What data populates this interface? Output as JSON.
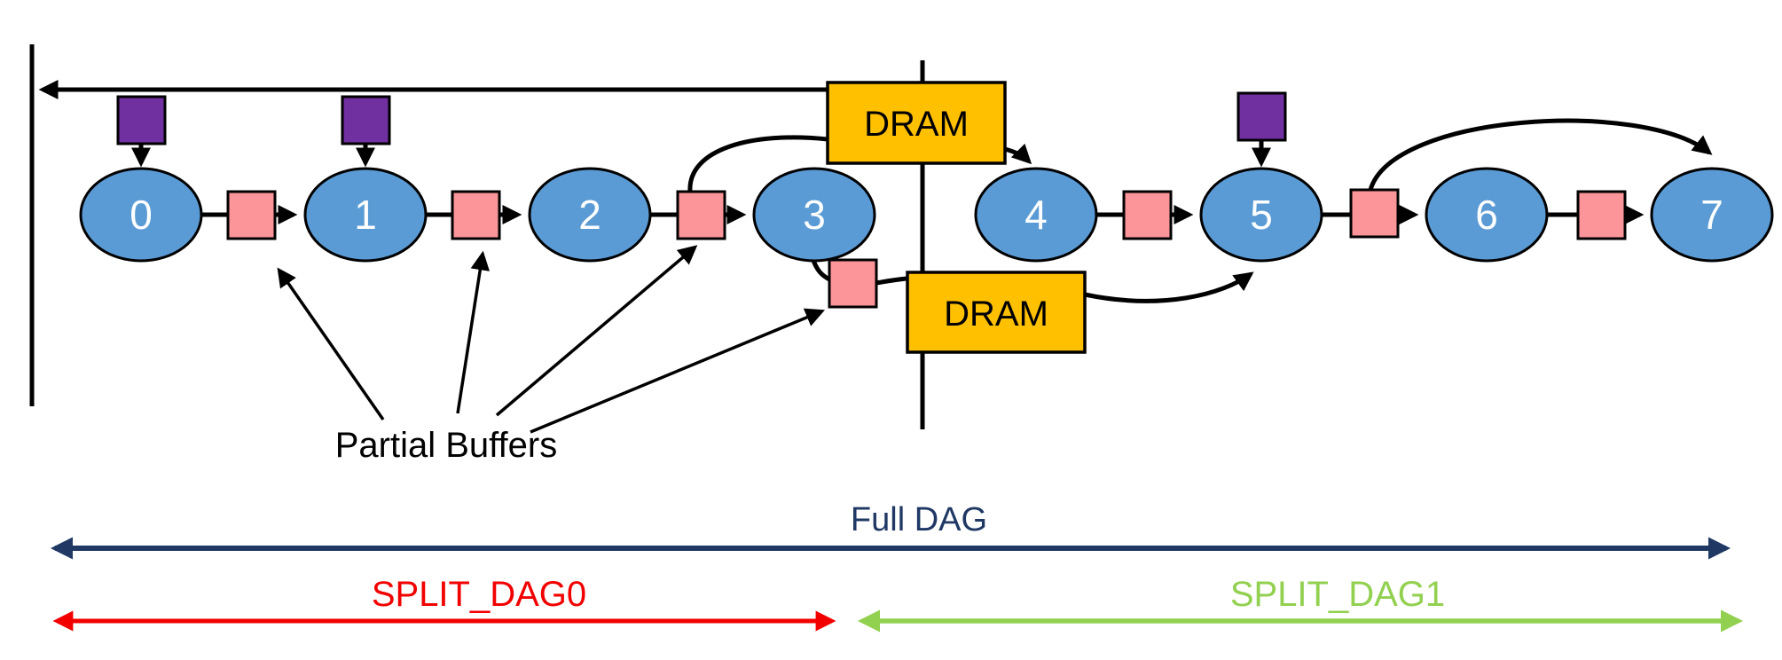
{
  "nodes": [
    {
      "label": "0"
    },
    {
      "label": "1"
    },
    {
      "label": "2"
    },
    {
      "label": "3"
    },
    {
      "label": "4"
    },
    {
      "label": "5"
    },
    {
      "label": "6"
    },
    {
      "label": "7"
    }
  ],
  "dram_top_label": "DRAM",
  "dram_bottom_label": "DRAM",
  "partial_buffers_label": "Partial Buffers",
  "legend": {
    "full_dag": "Full DAG",
    "split_dag0": "SPLIT_DAG0",
    "split_dag1": "SPLIT_DAG1"
  },
  "colors": {
    "node_fill": "#5B9BD5",
    "node_text": "#FFFFFF",
    "buffer_fill": "#FB9599",
    "weight_fill": "#7030A0",
    "dram_fill": "#FFC000",
    "outline": "#000000",
    "full_dag": "#1F3864",
    "split_dag0": "#F20000",
    "split_dag1": "#92D050"
  }
}
